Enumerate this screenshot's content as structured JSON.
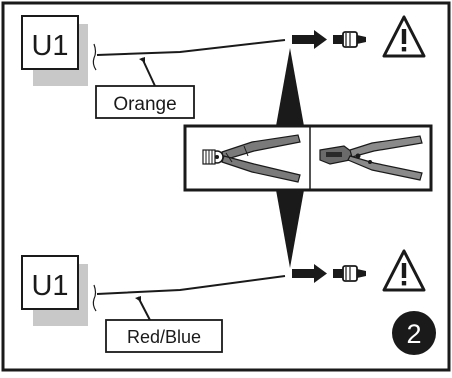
{
  "labels": {
    "unit_top": "U1",
    "unit_bottom": "U1",
    "wire_top": "Orange",
    "wire_bottom": "Red/Blue",
    "step_number": "2"
  },
  "icons": {
    "warning": "warning-triangle-icon",
    "connector": "crimp-connector-icon",
    "tool_stripper": "wire-stripper-tool-icon",
    "tool_crimper": "crimping-tool-icon"
  },
  "colors": {
    "line": "#1a1a1a",
    "shadow": "#c8c8c8",
    "background": "#ffffff"
  }
}
